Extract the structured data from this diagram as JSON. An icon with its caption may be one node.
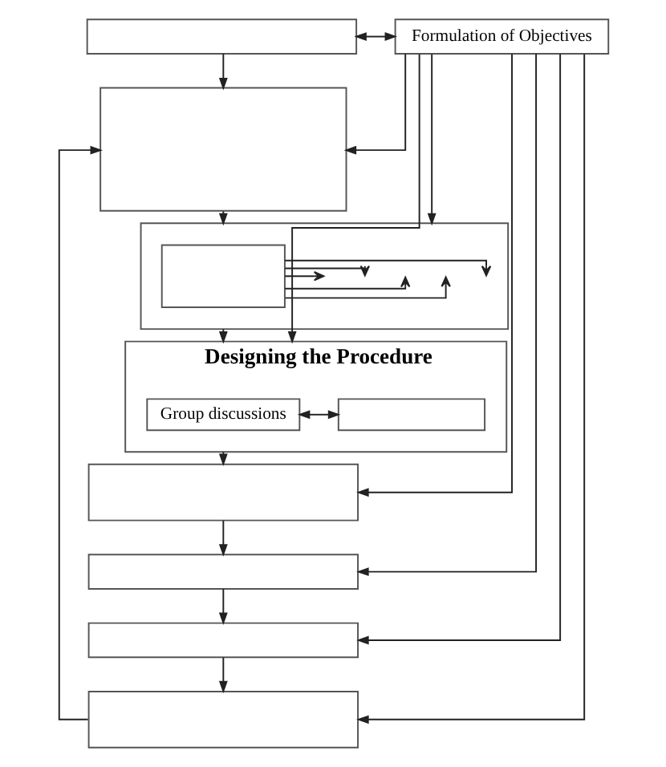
{
  "diagram": {
    "nodes": [
      {
        "text": [],
        "shape": "box"
      },
      {
        "text": [
          "Formulation of Objectives"
        ]
      },
      {
        "text": [],
        "shape": "box"
      },
      {
        "text": [],
        "shape": "box"
      },
      {
        "text": [],
        "shape": "box",
        "in": 3
      },
      {
        "text": [
          "Designing the Procedure"
        ]
      },
      {
        "text": [
          "Group discussions"
        ],
        "in": 5
      },
      {
        "text": [],
        "shape": "box",
        "in": 5
      },
      {
        "text": [],
        "shape": "box"
      },
      {
        "text": [],
        "shape": "box"
      },
      {
        "text": [],
        "shape": "box"
      },
      {
        "text": [],
        "shape": "box"
      }
    ],
    "edges": [
      {
        "from": 0,
        "to": 1,
        "arrow": "both"
      },
      {
        "from": 0,
        "to": 2,
        "arrow": "to"
      },
      {
        "from": 1,
        "to": 2,
        "arrow": "to"
      },
      {
        "from": 2,
        "to": 3,
        "arrow": "to"
      },
      {
        "from": 4,
        "to": null,
        "arrow": "to"
      },
      {
        "from": 4,
        "to": null,
        "arrow": "to"
      },
      {
        "from": 4,
        "to": null,
        "arrow": "to"
      },
      {
        "from": 4,
        "to": null,
        "arrow": "to"
      },
      {
        "from": 4,
        "to": null,
        "arrow": "to"
      },
      {
        "from": 3,
        "to": 5,
        "arrow": "to"
      },
      {
        "from": 6,
        "to": 7,
        "arrow": "both"
      },
      {
        "from": 5,
        "to": 8,
        "arrow": "to"
      },
      {
        "from": 8,
        "to": 9,
        "arrow": "to"
      },
      {
        "from": 9,
        "to": 10,
        "arrow": "to"
      },
      {
        "from": 10,
        "to": 11,
        "arrow": "to"
      },
      {
        "from": 1,
        "to": 3,
        "arrow": "to"
      },
      {
        "from": 1,
        "to": 5,
        "arrow": "to"
      },
      {
        "from": 1,
        "to": 8,
        "arrow": "to"
      },
      {
        "from": 1,
        "to": 9,
        "arrow": "to"
      },
      {
        "from": 1,
        "to": 10,
        "arrow": "to"
      },
      {
        "from": 1,
        "to": 11,
        "arrow": "to"
      },
      {
        "from": 11,
        "to": 2,
        "arrow": "to"
      }
    ]
  }
}
